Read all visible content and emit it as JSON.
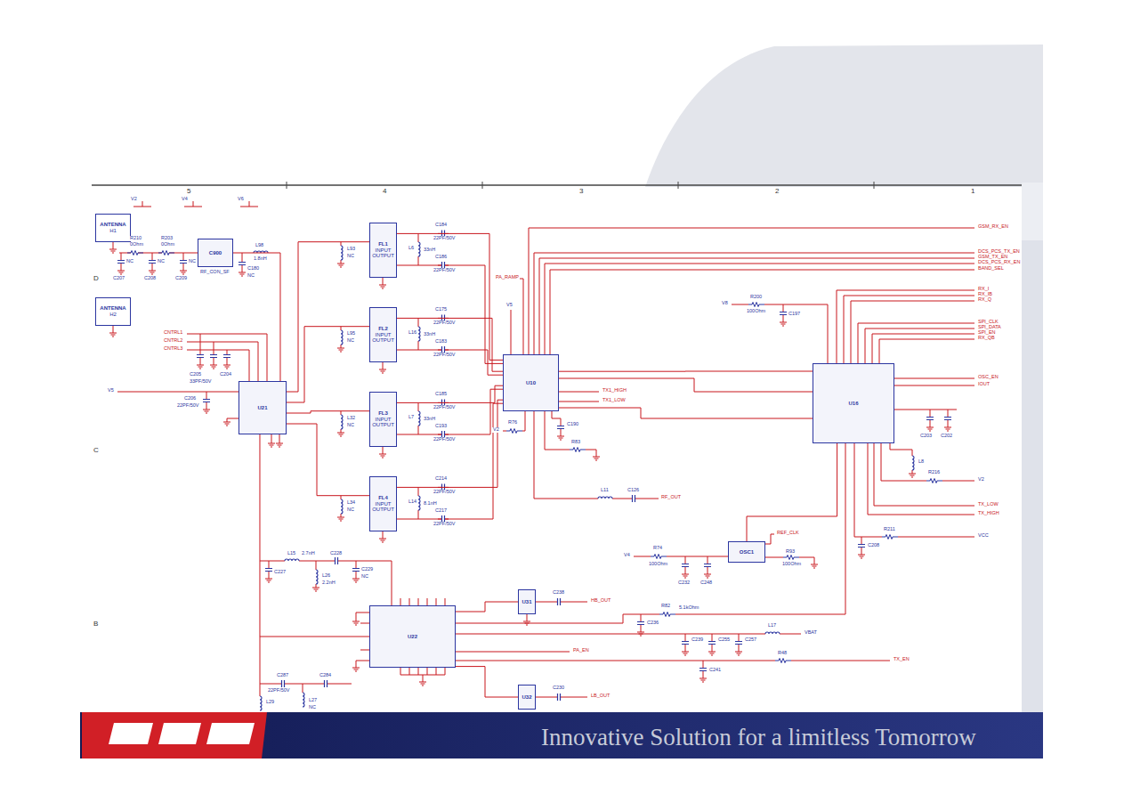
{
  "diagram": {
    "nodes": [
      {
        "text": [
          "ANTENNA",
          "H1"
        ]
      },
      {
        "text": [
          "ANTENNA",
          "H2"
        ]
      },
      {
        "text": [
          "C900"
        ]
      },
      {
        "text": [
          "U21"
        ]
      },
      {
        "text": [
          "FL1",
          "INPUT",
          "OUTPUT"
        ]
      },
      {
        "text": [
          "FL2",
          "INPUT",
          "OUTPUT"
        ]
      },
      {
        "text": [
          "FL3",
          "INPUT",
          "OUTPUT"
        ]
      },
      {
        "text": [
          "FL4",
          "INPUT",
          "OUTPUT"
        ]
      },
      {
        "text": [
          "U10"
        ]
      },
      {
        "text": [
          "U16"
        ]
      },
      {
        "text": [
          "OSC1"
        ]
      },
      {
        "text": [
          "U22"
        ]
      },
      {
        "text": [
          "U31"
        ]
      },
      {
        "text": [
          "U32"
        ]
      }
    ],
    "edges": [
      {
        "from": 2,
        "to": 3,
        "arrow": "none"
      },
      {
        "from": 3,
        "to": 4,
        "arrow": "none"
      },
      {
        "from": 3,
        "to": 5,
        "arrow": "none"
      },
      {
        "from": 3,
        "to": 6,
        "arrow": "none"
      },
      {
        "from": 3,
        "to": 7,
        "arrow": "none"
      },
      {
        "from": 4,
        "to": 8,
        "arrow": "none"
      },
      {
        "from": 5,
        "to": 8,
        "arrow": "none"
      },
      {
        "from": 6,
        "to": 8,
        "arrow": "none"
      },
      {
        "from": 7,
        "to": 8,
        "arrow": "none"
      },
      {
        "from": 8,
        "to": 9,
        "arrow": "none"
      },
      {
        "from": 9,
        "to": 10,
        "arrow": "none"
      },
      {
        "from": 3,
        "to": 11,
        "arrow": "none"
      },
      {
        "from": 11,
        "to": 12,
        "arrow": "none"
      },
      {
        "from": 11,
        "to": 13,
        "arrow": "none"
      }
    ],
    "labels": [
      "5",
      "4",
      "3",
      "2",
      "1",
      "D",
      "C",
      "B",
      "V2",
      "V4",
      "V6",
      "R210",
      "0Ohm",
      "R203",
      "0Ohm",
      "NC",
      "NC",
      "NC",
      "C207",
      "C208",
      "C209",
      "RF_CON_SF",
      "L98",
      "1.8nH",
      "C180",
      "NC",
      "CNTRL1",
      "CNTRL2",
      "CNTRL3",
      "C205",
      "C204",
      "33PF/50V",
      "V5",
      "C206",
      "22PF/50V",
      "L15",
      "2.7nH",
      "C228",
      "C227",
      "L26",
      "2.2nH",
      "C229",
      "NC",
      "C287",
      "C284",
      "22PF/50V",
      "L29",
      "L27",
      "NC",
      "L93",
      "NC",
      "C184",
      "22PF/50V",
      "C186",
      "22PF/50V",
      "L6",
      "33nH",
      "L95",
      "NC",
      "C175",
      "22PF/50V",
      "C183",
      "22PF/50V",
      "L16",
      "33nH",
      "L32",
      "NC",
      "C185",
      "22PF/50V",
      "C193",
      "22PF/50V",
      "L7",
      "33nH",
      "L34",
      "NC",
      "C214",
      "22PF/50V",
      "C217",
      "22PF/50V",
      "L14",
      "8.1nH",
      "PA_RAMP",
      "V5",
      "TX1_HIGH",
      "TX1_LOW",
      "L11",
      "C126",
      "RF_OUT",
      "R83",
      "C190",
      "V2",
      "R76",
      "V8",
      "R200",
      "100Ohm",
      "C197",
      "OSC_EN",
      "IOUT",
      "C203",
      "C202",
      "L8",
      "R216",
      "V2",
      "TX_LOW",
      "TX_HIGH",
      "R211",
      "VCC",
      "C208",
      "V4",
      "R74",
      "100Ohm",
      "C232",
      "C248",
      "REF_CLK",
      "R93",
      "100Ohm",
      "R82",
      "5.1kOhm",
      "C236",
      "L17",
      "VBAT",
      "C239",
      "C255",
      "C257",
      "PA_EN",
      "R48",
      "TX_EN",
      "C241",
      "C238",
      "HB_OUT",
      "C230",
      "LB_OUT",
      "GSM_RX_EN",
      "DCS_PCS_TX_EN",
      "GSM_TX_EN",
      "DCS_PCS_RX_EN",
      "BAND_SEL",
      "RX_I",
      "RX_IB",
      "RX_Q",
      "SPI_CLK",
      "SPI_DATA",
      "SPI_EN",
      "RX_QB",
      "Innovative Solution for a limitless Tomorrow"
    ]
  }
}
